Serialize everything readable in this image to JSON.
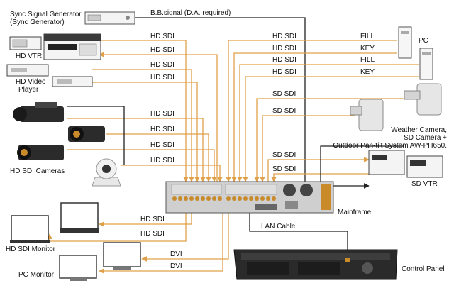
{
  "devices": {
    "sync_generator": [
      "Sync Signal Generator",
      "(Sync Generator)"
    ],
    "hd_vtr": "HD VTR",
    "hd_video_player": [
      "HD Video",
      "Player"
    ],
    "hd_sdi_cameras": "HD SDI Cameras",
    "hd_sdi_monitor": "HD SDI Monitor",
    "pc_monitor": "PC Monitor",
    "pc": "PC",
    "weather_camera": [
      "Weather Camera,",
      "SD Camera +",
      "Outdoor Pan-tilt System AW-PH650."
    ],
    "sd_vtr": "SD VTR",
    "mainframe": "Mainframe",
    "control_panel": "Control Panel"
  },
  "signals": {
    "bb": "B.B.signal (D.A. required)",
    "hd_sdi": "HD SDI",
    "sd_sdi": "SD SDI",
    "fill": "FILL",
    "key": "KEY",
    "dvi": "DVI",
    "lan": "LAN Cable"
  },
  "colors": {
    "signal_line": "#e0a04a",
    "reference_line": "#222222",
    "device_body": "#2b2b2b",
    "connector": "#c98a2a"
  }
}
